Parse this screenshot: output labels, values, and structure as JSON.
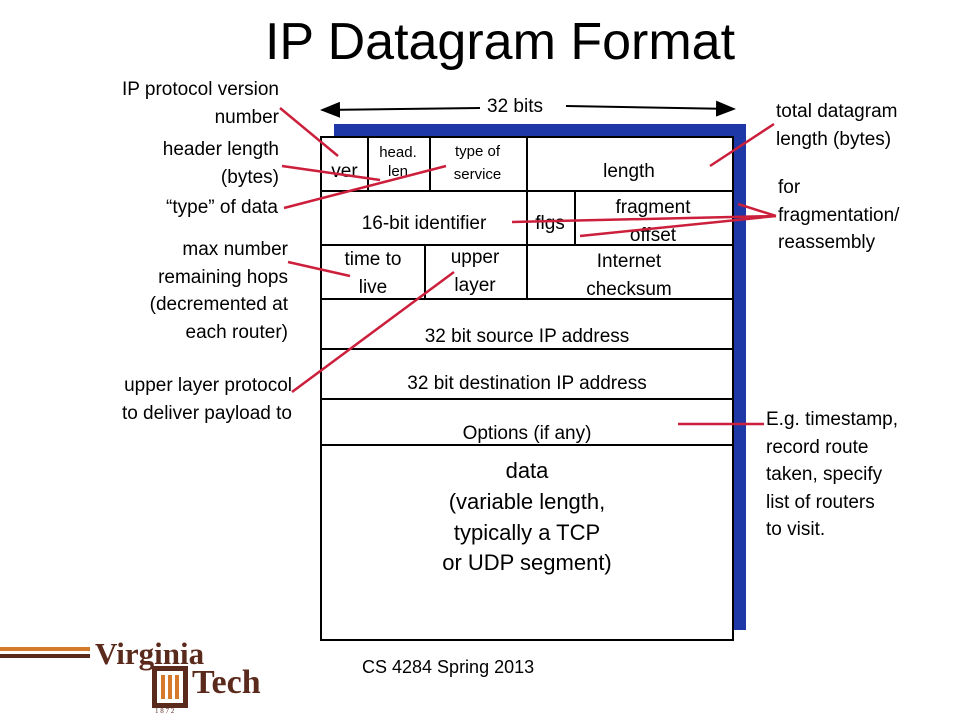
{
  "title": "IP Datagram Format",
  "bits_label": "32 bits",
  "fields": {
    "ver": "ver",
    "head_len": [
      "head.",
      "len"
    ],
    "type_of_service": [
      "type of",
      "service"
    ],
    "length": "length",
    "identifier": "16-bit identifier",
    "flgs": "flgs",
    "fragment_offset": [
      "fragment",
      "offset"
    ],
    "ttl": [
      "time to",
      "live"
    ],
    "upper_layer": [
      "upper",
      "layer"
    ],
    "checksum": [
      "Internet",
      "checksum"
    ],
    "source": "32 bit source IP address",
    "destination": "32 bit destination IP address",
    "options": "Options (if any)",
    "data": [
      "data",
      "(variable length,",
      "typically a TCP",
      "or UDP segment)"
    ]
  },
  "annotations": {
    "version": [
      "IP protocol version",
      "number"
    ],
    "header_length": [
      "header length",
      "(bytes)"
    ],
    "type_of_data": "“type” of data",
    "max_hops": [
      "max number",
      "remaining hops",
      "(decremented at",
      "each router)"
    ],
    "upper_protocol": [
      "upper layer protocol",
      "to deliver payload to"
    ],
    "total_length": [
      "total datagram",
      "length (bytes)"
    ],
    "fragmentation": [
      "for",
      "fragmentation/",
      "reassembly"
    ],
    "options_example": [
      "E.g. timestamp,",
      "record route",
      "taken, specify",
      "list of routers",
      "to visit."
    ]
  },
  "footer": "CS 4284 Spring 2013",
  "logo": {
    "word1": "Virginia",
    "word2": "Tech",
    "seal_year": "1 8 7 2"
  },
  "colors": {
    "callout": "#cc1f3c",
    "shadow": "#1f38a8",
    "brand_maroon": "#5a2a1c",
    "brand_orange": "#d47a2a"
  }
}
